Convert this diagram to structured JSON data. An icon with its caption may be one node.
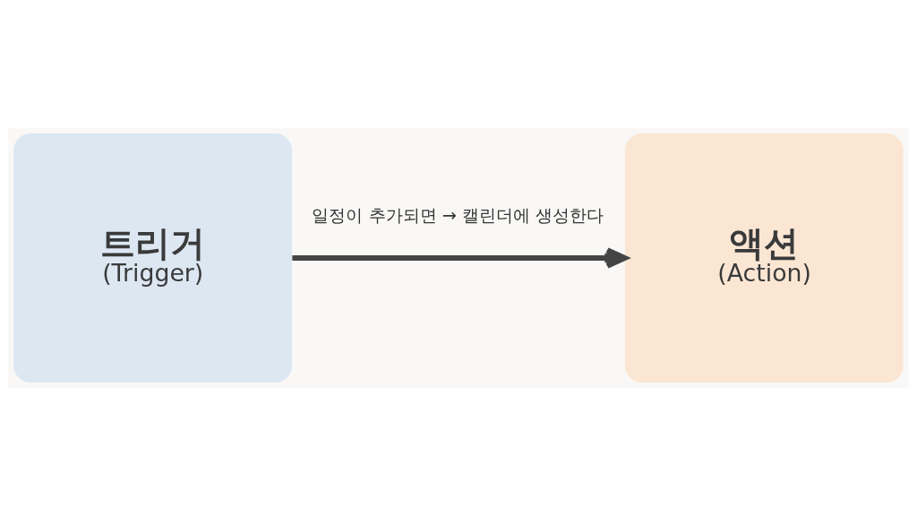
{
  "diagram": {
    "nodes": [
      {
        "text": [
          "트리거",
          "(Trigger)"
        ]
      },
      {
        "text": [
          "액션",
          "(Action)"
        ]
      }
    ],
    "edges": [
      {
        "from": 0,
        "to": 1,
        "arrow": "to",
        "label": "일정이 추가되면 → 캘린더에 생성한다"
      }
    ]
  }
}
